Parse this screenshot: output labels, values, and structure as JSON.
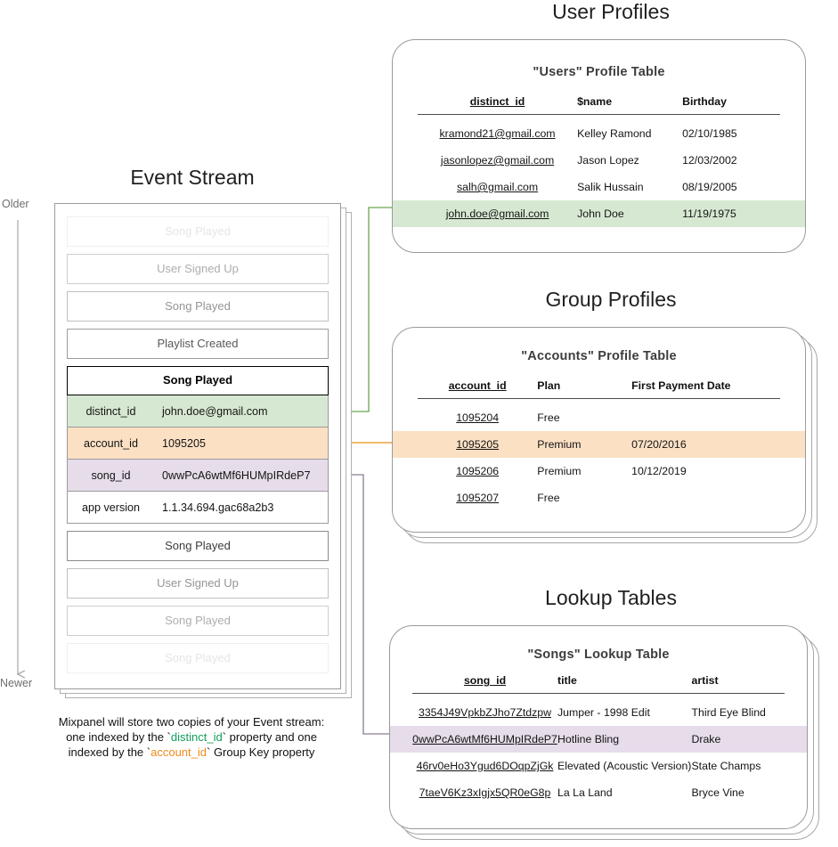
{
  "sections": {
    "event_stream": {
      "title": "Event Stream"
    },
    "user_profiles": {
      "title": "User Profiles"
    },
    "group_profiles": {
      "title": "Group Profiles"
    },
    "lookup_tables": {
      "title": "Lookup Tables"
    }
  },
  "time_axis": {
    "top_label": "Older",
    "bottom_label": "Newer"
  },
  "event_stream": {
    "events_above": [
      {
        "name": "Song Played",
        "fade": "f1"
      },
      {
        "name": "User Signed Up",
        "fade": "f2"
      },
      {
        "name": "Song Played",
        "fade": "f3"
      },
      {
        "name": "Playlist Created",
        "fade": "f4"
      }
    ],
    "expanded_event": {
      "name": "Song Played",
      "properties": [
        {
          "key": "distinct_id",
          "value": "john.doe@gmail.com",
          "highlight": "green"
        },
        {
          "key": "account_id",
          "value": "1095205",
          "highlight": "orange"
        },
        {
          "key": "song_id",
          "value": "0wwPcA6wtMf6HUMpIRdeP7",
          "highlight": "purple"
        },
        {
          "key": "app version",
          "value": "1.1.34.694.gac68a2b3",
          "highlight": "none"
        }
      ]
    },
    "events_below": [
      {
        "name": "Song Played",
        "fade": "f5"
      },
      {
        "name": "User Signed Up",
        "fade": "f3"
      },
      {
        "name": "Song Played",
        "fade": "f2"
      },
      {
        "name": "Song Played",
        "fade": "f1"
      }
    ]
  },
  "caption": {
    "line1": "Mixpanel will store two copies of your Event stream:",
    "line2_pre": "one indexed by the `",
    "line2_code": "distinct_id",
    "line2_post": "` property and one",
    "line3_pre": "indexed by the `",
    "line3_code": "account_id",
    "line3_post": "` Group Key property"
  },
  "users_table": {
    "title": "\"Users\" Profile Table",
    "columns": [
      "distinct_id",
      "$name",
      "Birthday"
    ],
    "rows": [
      {
        "cells": [
          "kramond21@gmail.com",
          "Kelley Ramond",
          "02/10/1985"
        ],
        "highlight": "none"
      },
      {
        "cells": [
          "jasonlopez@gmail.com",
          "Jason Lopez",
          "12/03/2002"
        ],
        "highlight": "none"
      },
      {
        "cells": [
          "salh@gmail.com",
          "Salik Hussain",
          "08/19/2005"
        ],
        "highlight": "none"
      },
      {
        "cells": [
          "john.doe@gmail.com",
          "John Doe",
          "11/19/1975"
        ],
        "highlight": "green"
      }
    ]
  },
  "accounts_table": {
    "title": "\"Accounts\" Profile Table",
    "columns": [
      "account_id",
      "Plan",
      "First Payment Date"
    ],
    "rows": [
      {
        "cells": [
          "1095204",
          "Free",
          ""
        ],
        "highlight": "none"
      },
      {
        "cells": [
          "1095205",
          "Premium",
          "07/20/2016"
        ],
        "highlight": "orange"
      },
      {
        "cells": [
          "1095206",
          "Premium",
          "10/12/2019"
        ],
        "highlight": "none"
      },
      {
        "cells": [
          "1095207",
          "Free",
          ""
        ],
        "highlight": "none"
      }
    ]
  },
  "songs_table": {
    "title": "\"Songs\" Lookup Table",
    "columns": [
      "song_id",
      "title",
      "artist"
    ],
    "rows": [
      {
        "cells": [
          "3354J49VpkbZJho7Ztdzpw",
          "Jumper - 1998 Edit",
          "Third Eye Blind"
        ],
        "highlight": "none"
      },
      {
        "cells": [
          "0wwPcA6wtMf6HUMpIRdeP7",
          "Hotline Bling",
          "Drake"
        ],
        "highlight": "purple"
      },
      {
        "cells": [
          "46rv0eHo3Ygud6DOqpZjGk",
          "Elevated (Acoustic Version)",
          "State Champs"
        ],
        "highlight": "none"
      },
      {
        "cells": [
          "7taeV6Kz3xIgjx5QR0eG8p",
          "La La Land",
          "Bryce Vine"
        ],
        "highlight": "none"
      }
    ]
  },
  "colors": {
    "green": "#d7e8d2",
    "orange": "#fce0c4",
    "purple": "#e6dcea",
    "green_wire": "#6aa84f",
    "orange_wire": "#e8a33d",
    "purple_wire": "#8c7b96",
    "axis": "#a8a8a8"
  }
}
